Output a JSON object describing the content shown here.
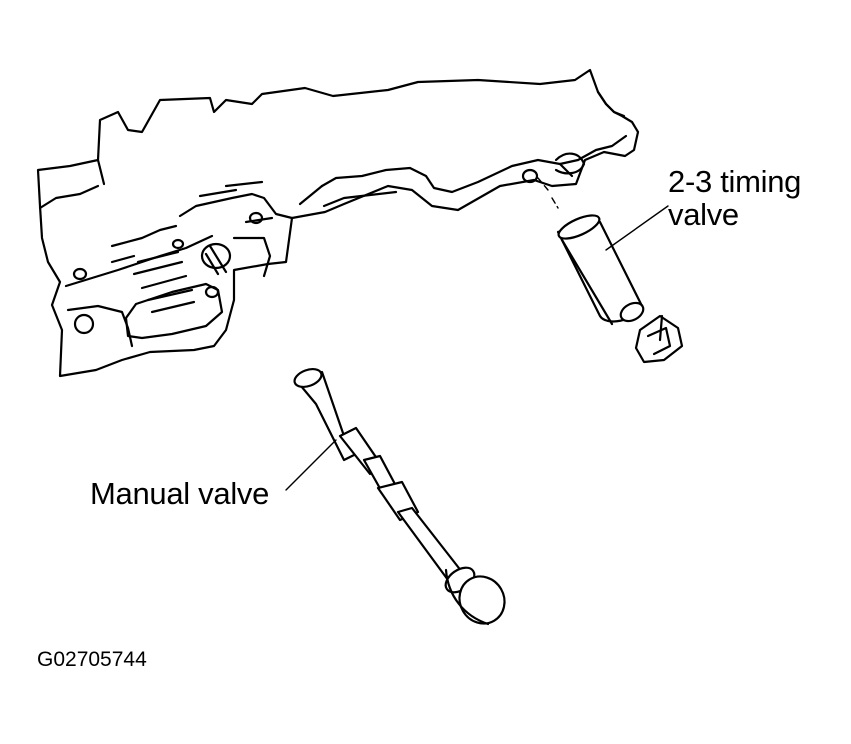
{
  "labels": {
    "timing_valve_line1": "2-3 timing",
    "timing_valve_line2": "valve",
    "manual_valve": "Manual valve"
  },
  "figure_code": "G02705744",
  "colors": {
    "ink": "#000000",
    "background": "#ffffff"
  }
}
